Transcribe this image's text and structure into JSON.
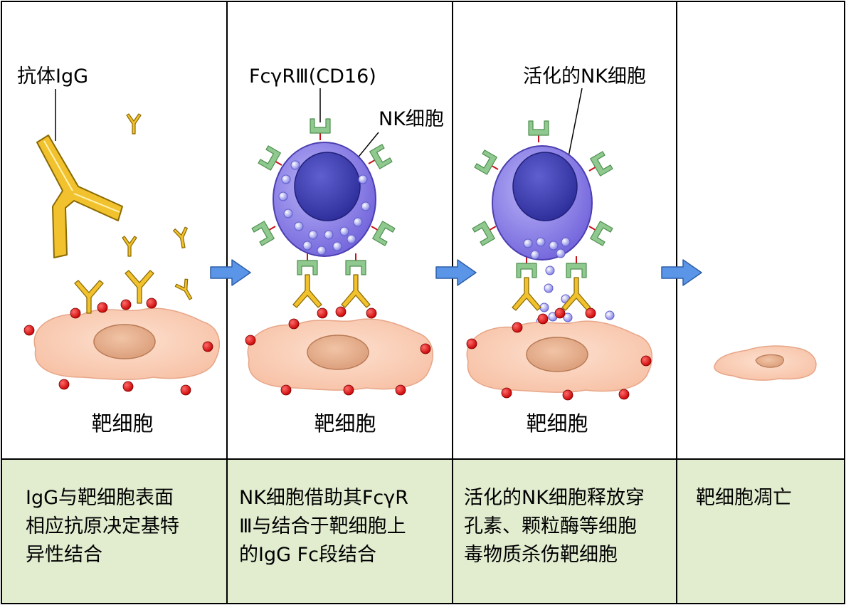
{
  "panels": [
    {
      "labels": {
        "antibody": "抗体IgG",
        "target": "靶细胞"
      },
      "desc": "IgG与靶细胞表面\n相应抗原决定基特\n异性结合"
    },
    {
      "labels": {
        "receptor": "FcγRⅢ(CD16)",
        "nk": "NK细胞",
        "target": "靶细胞"
      },
      "desc": "NK细胞借助其FcγR\nⅢ与结合于靶细胞上\n的IgG Fc段结合"
    },
    {
      "labels": {
        "activated_nk": "活化的NK细胞",
        "target": "靶细胞"
      },
      "desc": "活化的NK细胞释放穿\n孔素、颗粒酶等细胞\n毒物质杀伤靶细胞"
    },
    {
      "labels": {},
      "desc": "靶细胞凋亡"
    }
  ],
  "colors": {
    "antibody": "#f2c12e",
    "antibody_stroke": "#8a6a00",
    "receptor": "#8fc98f",
    "nk_cell": "#8a80e6",
    "nk_nucleus": "#3f3fb0",
    "granule": "#9a98ee",
    "target_cell": "#f9cbb0",
    "target_nucleus": "#e0a884",
    "antigen": "#e01010",
    "arrow": "#5b95e8",
    "bottom_band": "#e2edd0"
  }
}
